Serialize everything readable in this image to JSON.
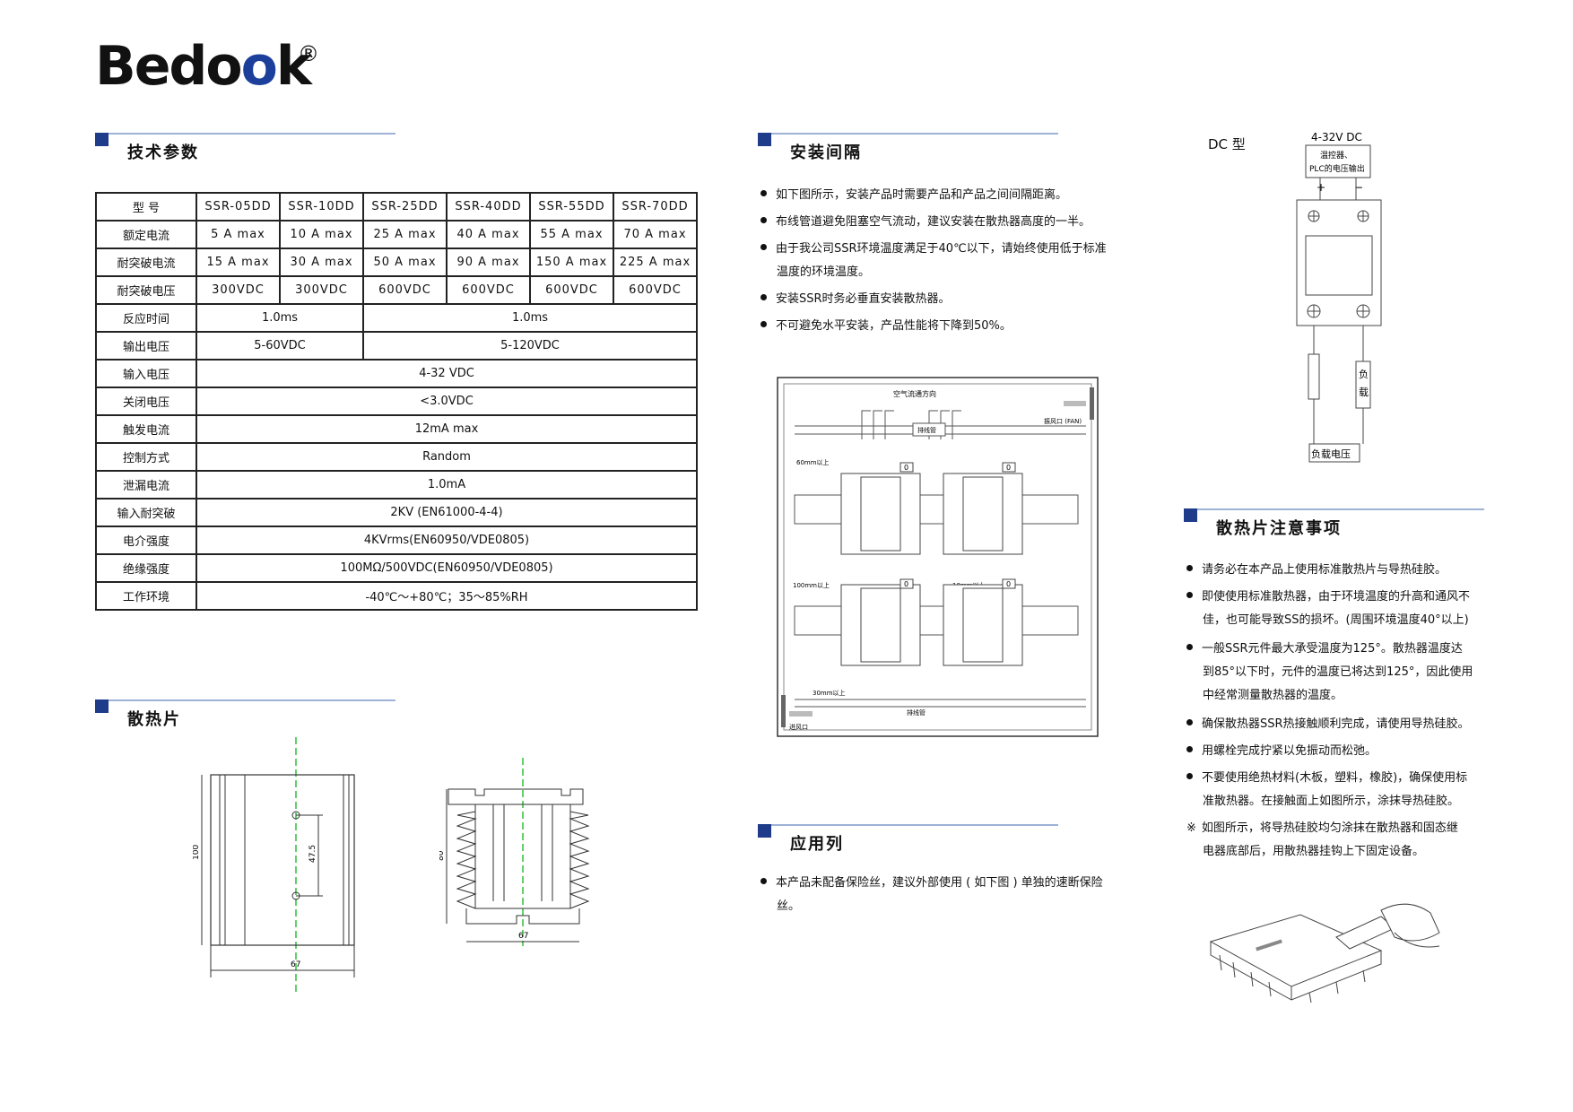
{
  "brand": {
    "prefix": "Bedo",
    "blue": "o",
    "suffix": "k",
    "reg": "®",
    "accent": "#1b3f9a"
  },
  "sections": {
    "tech": "技术参数",
    "heatsink": "散热片",
    "spacing": "安装间隔",
    "application": "应用列",
    "heatsink_notes": "散热片注意事项"
  },
  "table": {
    "header": {
      "label": "型 号",
      "models": [
        "SSR-05DD",
        "SSR-10DD",
        "SSR-25DD",
        "SSR-40DD",
        "SSR-55DD",
        "SSR-70DD"
      ]
    },
    "r1": {
      "label": "额定电流",
      "cells": [
        "5 A max",
        "10 A max",
        "25 A max",
        "40 A max",
        "55 A max",
        "70 A max"
      ]
    },
    "r2": {
      "label": "耐突破电流",
      "cells": [
        "15 A max",
        "30 A max",
        "50 A max",
        "90 A max",
        "150 A max",
        "225 A max"
      ]
    },
    "r3": {
      "label": "耐突破电压",
      "cells": [
        "300VDC",
        "300VDC",
        "600VDC",
        "600VDC",
        "600VDC",
        "600VDC"
      ]
    },
    "r4": {
      "label": "反应时间",
      "a": "1.0ms",
      "b": "1.0ms"
    },
    "r5": {
      "label": "输出电压",
      "a": "5-60VDC",
      "b": "5-120VDC"
    },
    "r6": {
      "label": "输入电压",
      "v": "4-32 VDC"
    },
    "r7": {
      "label": "关闭电压",
      "v": "<3.0VDC"
    },
    "r8": {
      "label": "触发电流",
      "v": "12mA max"
    },
    "r9": {
      "label": "控制方式",
      "v": "Random"
    },
    "r10": {
      "label": "泄漏电流",
      "v": "1.0mA"
    },
    "r11": {
      "label": "输入耐突破",
      "v": "2KV (EN61000-4-4)"
    },
    "r12": {
      "label": "电介强度",
      "v": "4KVrms(EN60950/VDE0805)"
    },
    "r13": {
      "label": "绝缘强度",
      "v": "100MΩ/500VDC(EN60950/VDE0805)"
    },
    "r14": {
      "label": "工作环境",
      "v": "-40℃～+80℃；35～85%RH"
    }
  },
  "heatsink_dims": {
    "height": "100",
    "hole": "47.5",
    "width": "67",
    "side_height": "80",
    "side_width": "67"
  },
  "spacing_bullets": {
    "b1": "如下图所示，安装产品时需要产品和产品之间间隔距离。",
    "b2": "布线管道避免阻塞空气流动，建议安装在散热器高度的一半。",
    "b3a": "由于我公司SSR环境温度满足于40℃以下，请始终使用低于标准",
    "b3b": "温度的环境温度。",
    "b4": "安装SSR时务必垂直安装散热器。",
    "b5": "不可避免水平安装，产品性能将下降到50%。"
  },
  "layout_labels": {
    "airflow": "空气流通方向",
    "duct": "排线管",
    "fan": "振风口 (FAN)",
    "d60": "60mm以上",
    "d100": "100mm以上",
    "d10": "10mm以上",
    "d30": "30mm以上",
    "duct2": "排线管",
    "intake": "进风口",
    "zero": "0"
  },
  "application_text": {
    "a": "本产品未配备保险丝，建议外部使用 ( 如下图 ) 单独的速断保险",
    "b": "丝。"
  },
  "dc": {
    "type": "DC 型",
    "volt": "4-32V DC",
    "src1": "温控器、",
    "src2": "PLC的电压输出",
    "plus": "+",
    "minus": "−",
    "load1": "负",
    "load2": "载",
    "loadv": "负载电压"
  },
  "notes": {
    "n1": "请务必在本产品上使用标准散热片与导热硅胶。",
    "n2a": "即使使用标准散热器，由于环境温度的升高和通风不",
    "n2b": "佳，也可能导致SS的损坏。(周围环境温度40°以上)",
    "n3a": "一般SSR元件最大承受温度为125°。散热器温度达",
    "n3b": "到85°以下时，元件的温度已将达到125°，因此使用",
    "n3c": "中经常测量散热器的温度。",
    "n4": "确保散热器SSR热接触顺利完成，请使用导热硅胶。",
    "n5": "用螺栓完成拧紧以免振动而松弛。",
    "n6a": "不要使用绝热材料(木板，塑料，橡胶)，确保使用标",
    "n6b": "准散热器。在接触面上如图所示，涂抹导热硅胶。",
    "ref": "※",
    "n7a": "如图所示，将导热硅胶均匀涂抹在散热器和固态继",
    "n7b": "电器底部后，用散热器挂钩上下固定设备。"
  }
}
